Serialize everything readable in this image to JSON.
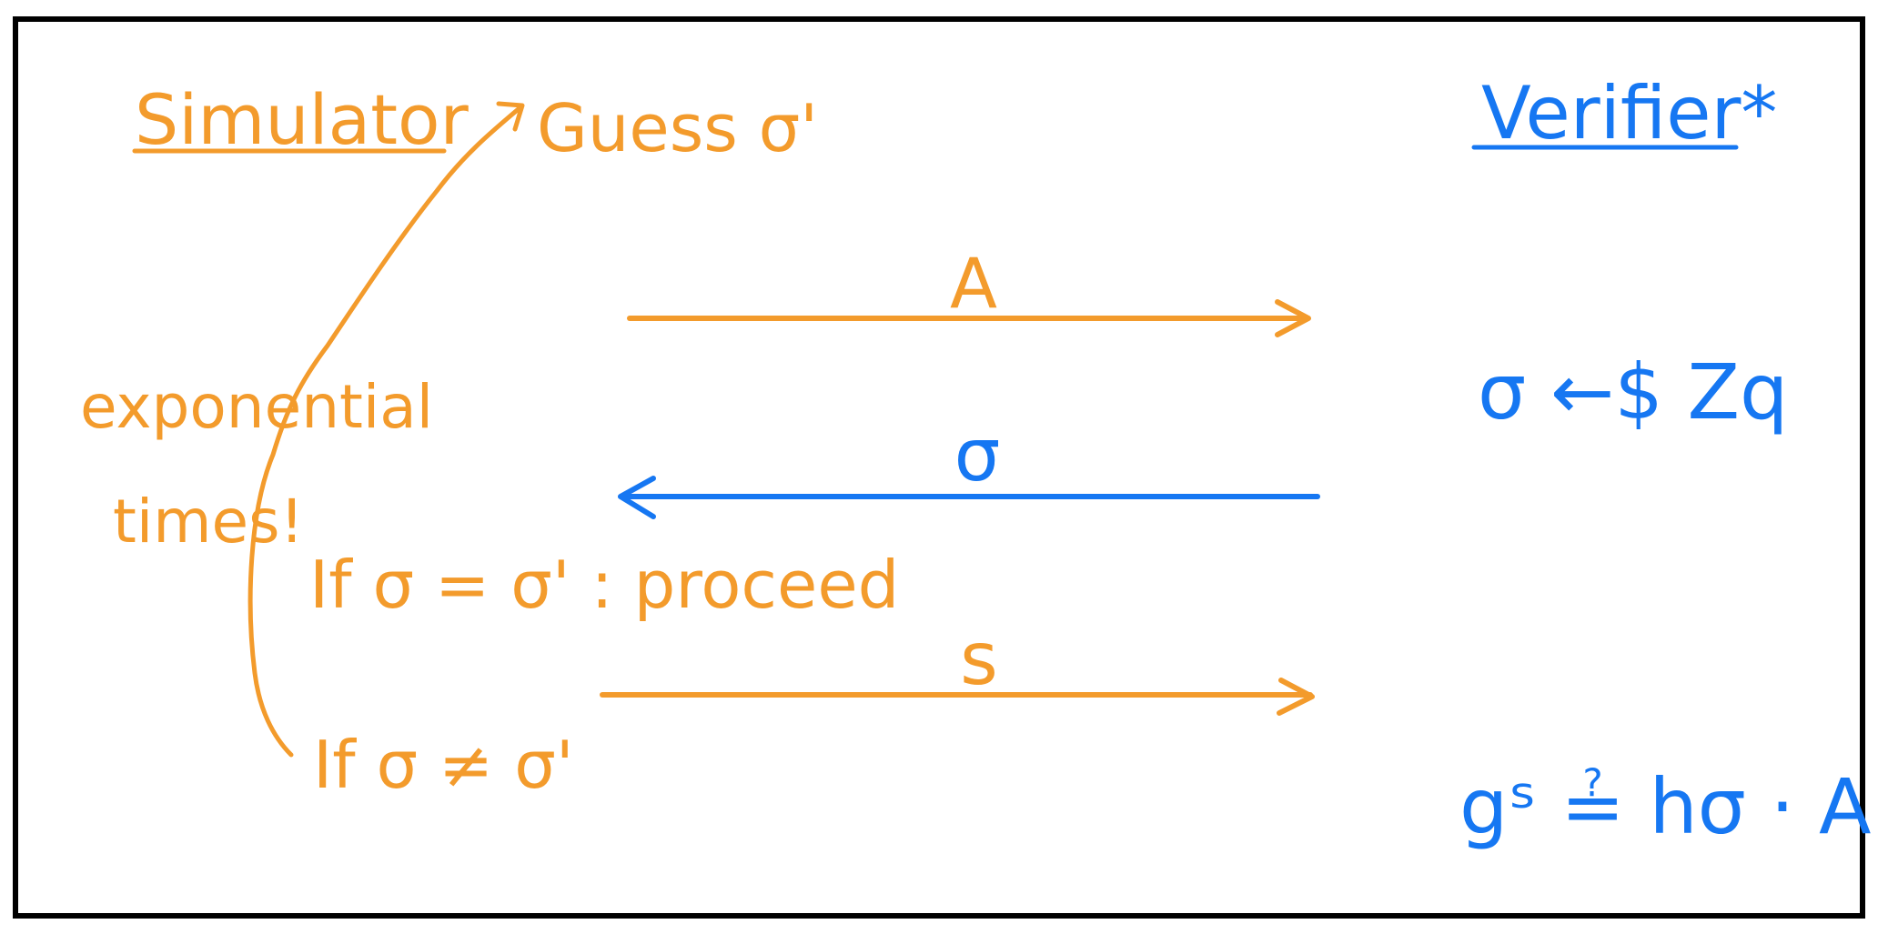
{
  "colors": {
    "simulator": "#F39B2C",
    "verifier": "#1677F2",
    "frame": "#000000"
  },
  "simulator": {
    "title": "Simulator",
    "guess": "Guess σ'",
    "loop_label_1": "exponential",
    "loop_label_2": "times!",
    "if_equal": "If σ = σ' : proceed",
    "if_not_equal": "If σ ≠ σ'"
  },
  "verifier": {
    "title": "Verifier*",
    "challenge": "σ ←$ Zq",
    "check": "gˢ ≟ hσ · A"
  },
  "messages": [
    {
      "label": "A",
      "direction": "right",
      "party": "simulator"
    },
    {
      "label": "σ",
      "direction": "left",
      "party": "verifier"
    },
    {
      "label": "s",
      "direction": "right",
      "party": "simulator"
    }
  ]
}
